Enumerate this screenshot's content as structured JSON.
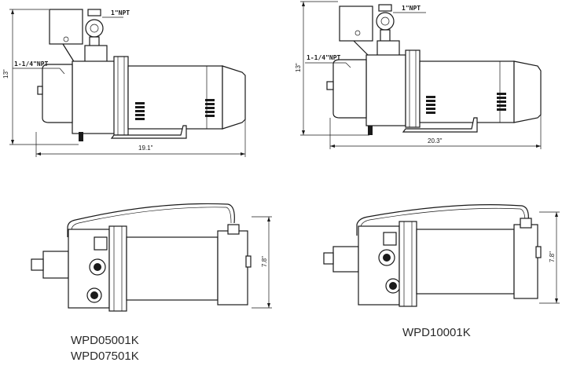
{
  "drawings": {
    "side_left": {
      "dim_height": "13\"",
      "dim_width": "19.1\"",
      "outlet_label": "1\"NPT",
      "inlet_label": "1-1/4\"NPT"
    },
    "side_right": {
      "dim_height": "13\"",
      "dim_width": "20.3\"",
      "outlet_label": "1\"NPT",
      "inlet_label": "1-1/4\"NPT"
    },
    "top_left": {
      "dim_height": "7.8\""
    },
    "top_right": {
      "dim_height": "7.8\""
    }
  },
  "models": {
    "left": [
      "WPD05001K",
      "WPD07501K"
    ],
    "right": [
      "WPD10001K"
    ]
  }
}
